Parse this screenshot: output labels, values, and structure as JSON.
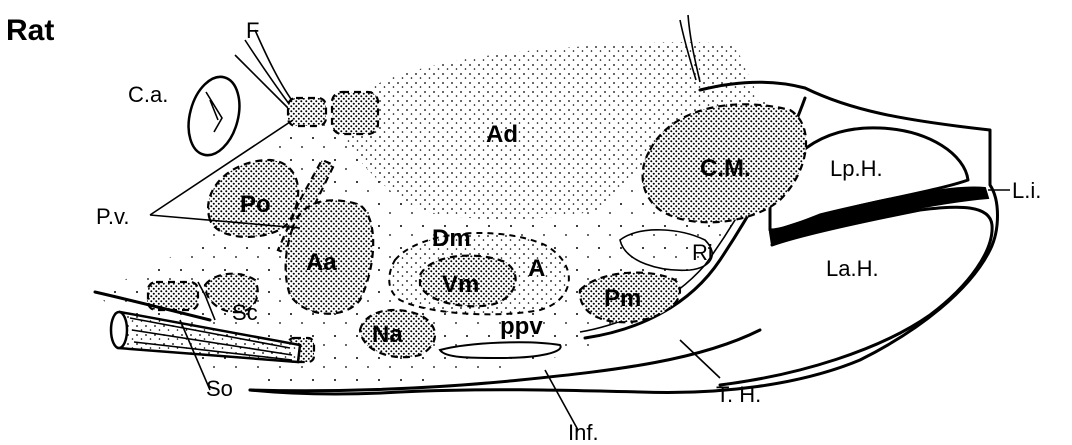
{
  "title": "Rat",
  "labels": {
    "F": "F",
    "Ca": "C.a.",
    "Ad": "Ad",
    "CM": "C.M.",
    "LpH": "Lp.H.",
    "Li": "L.i.",
    "Pv": "P.v.",
    "Po": "Po",
    "Aa": "Aa",
    "Dm": "Dm",
    "Vm": "Vm",
    "A": "A",
    "Pm": "Pm",
    "Ri": "Ri",
    "LaH": "La.H.",
    "Sc": "Sc",
    "Na": "Na",
    "ppv": "ppv",
    "So": "So",
    "TH": "T. H.",
    "Inf": "Inf."
  }
}
